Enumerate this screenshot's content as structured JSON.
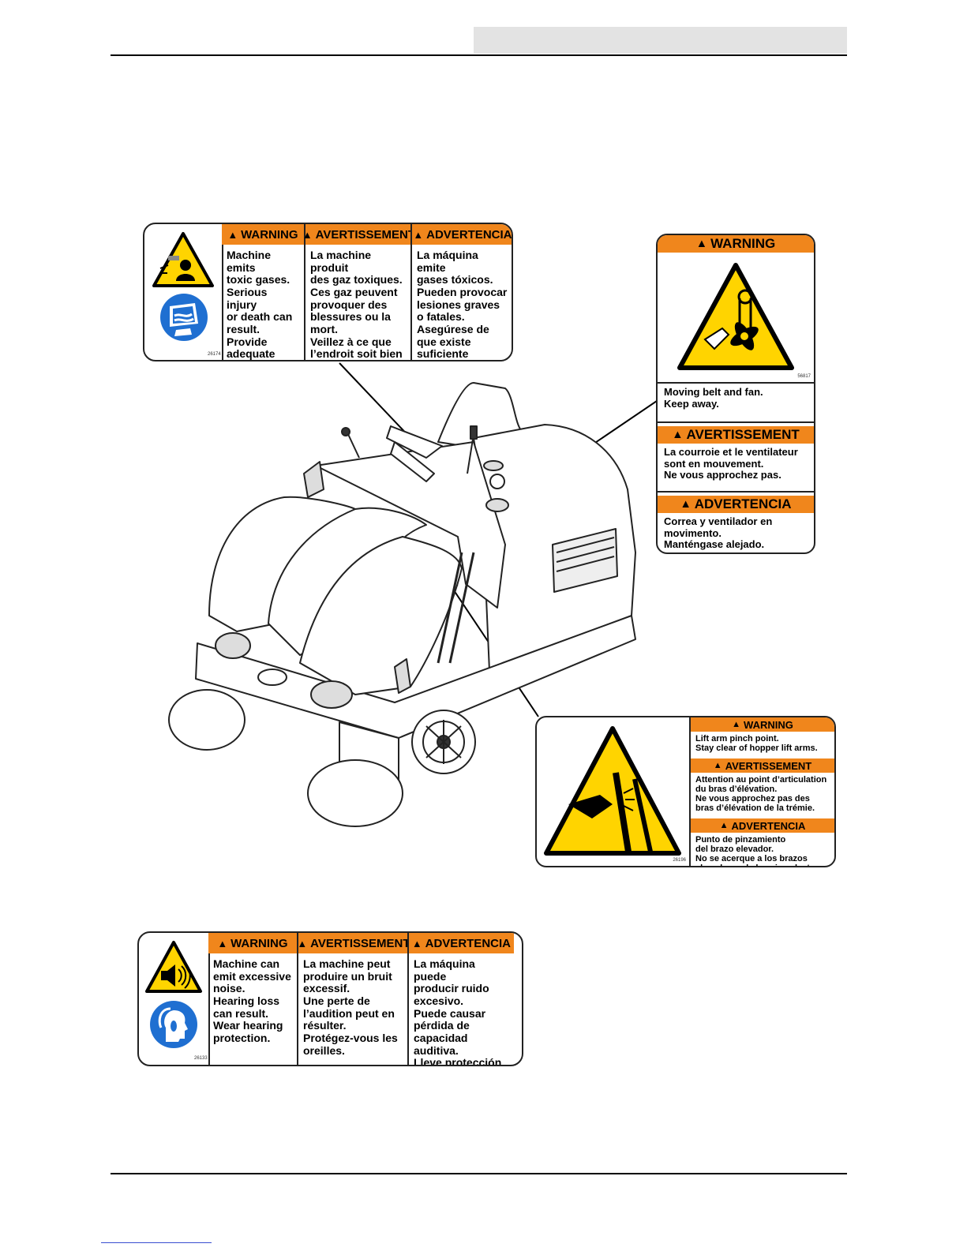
{
  "labels": {
    "gases": {
      "code": "26174",
      "columns": [
        {
          "header": "WARNING",
          "text": "Machine emits\ntoxic gases.\nSerious injury\nor death can\nresult.\nProvide\nadequate\nventilation."
        },
        {
          "header": "AVERTISSEMENT",
          "text": "La machine produit\ndes gaz toxiques.\nCes gaz peuvent\nprovoquer des\nblessures ou la\nmort.\nVeillez à ce que\nl’endroit soit bien\naéré."
        },
        {
          "header": "ADVERTENCIA",
          "text": "La máquina emite\ngases tóxicos.\nPueden provocar\nlesiones graves\no fatales.\nAsegúrese de\nque existe\nsuficiente\nventilación."
        }
      ]
    },
    "belt": {
      "code": "56817",
      "sections": [
        {
          "header": "WARNING",
          "text": "Moving belt and fan.\nKeep away."
        },
        {
          "header": "AVERTISSEMENT",
          "text": "La courroie et le ventilateur\nsont en mouvement.\nNe vous approchez pas."
        },
        {
          "header": "ADVERTENCIA",
          "text": "Correa y ventilador en\nmovimento.\nManténgase alejado."
        }
      ]
    },
    "pinch": {
      "code": "26196",
      "sections": [
        {
          "header": "WARNING",
          "text": "Lift arm pinch point.\nStay clear of hopper lift arms."
        },
        {
          "header": "AVERTISSEMENT",
          "text": "Attention au point d’articulation\ndu bras d’élévation.\nNe vous approchez pas des\nbras d’élévation de la trémie."
        },
        {
          "header": "ADVERTENCIA",
          "text": "Punto de pinzamiento\ndel brazo elevador.\nNo se acerque a los brazos\nelevadores de la caja colectora."
        }
      ]
    },
    "noise": {
      "code": "26133",
      "columns": [
        {
          "header": "WARNING",
          "text": "Machine can\nemit excessive\nnoise.\nHearing loss\ncan result.\nWear hearing\nprotection."
        },
        {
          "header": "AVERTISSEMENT",
          "text": "La machine peut\nproduire un bruit\nexcessif.\nUne perte de\nl’audition peut en\nrésulter.\nProtégez-vous les\noreilles."
        },
        {
          "header": "ADVERTENCIA",
          "text": "La máquina puede\nproducir ruido\nexcesivo.\nPuede causar\npérdida de\ncapacidad auditiva.\nLleve protección\npara los oídos."
        }
      ]
    }
  },
  "icons": {
    "warning_triangle": "warning-triangle-icon",
    "toxic_gas": "toxic-gas-icon",
    "ventilation": "ventilation-icon",
    "belt_fan": "belt-fan-hazard-icon",
    "pinch_point": "pinch-point-icon",
    "noise": "noise-hazard-icon",
    "hearing_protection": "hearing-protection-icon"
  },
  "colors": {
    "header_orange": "#f0861c",
    "hazard_yellow": "#ffd400",
    "mandatory_blue": "#1f6fd1",
    "header_box_gray": "#e3e3e3"
  }
}
